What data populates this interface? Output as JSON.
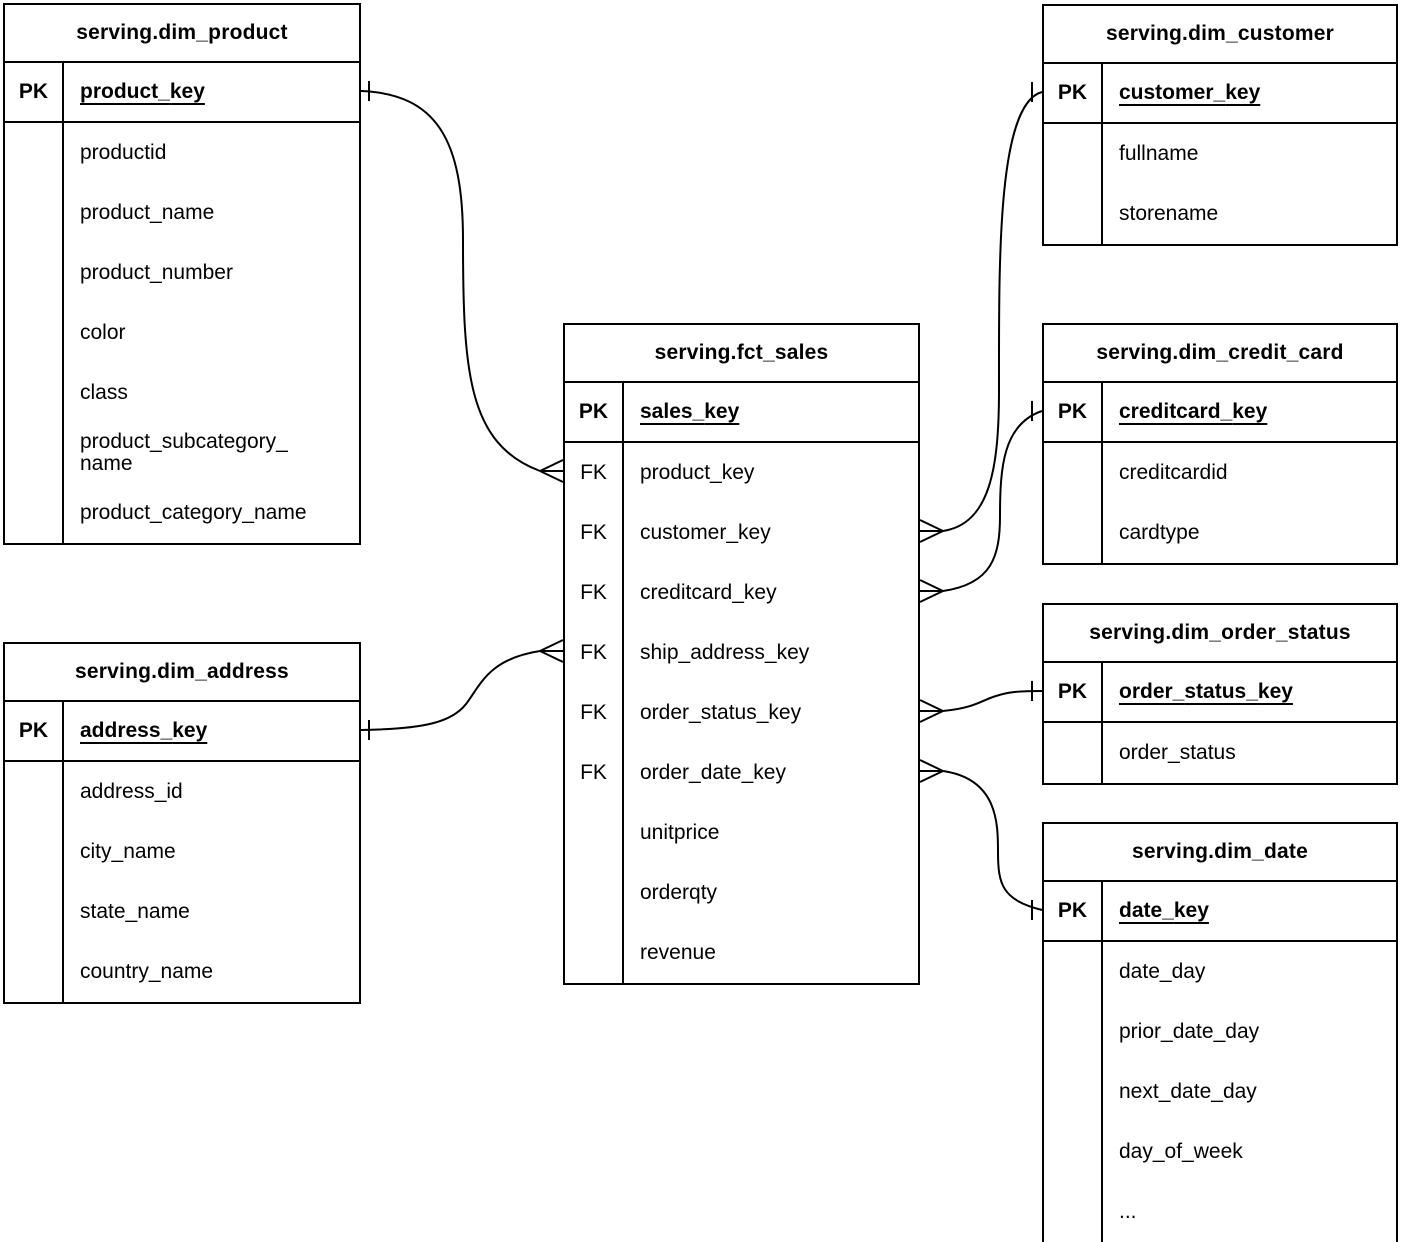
{
  "diagram": {
    "type": "entity-relationship",
    "background_color": "#ffffff",
    "line_color": "#000000",
    "text_color": "#000000",
    "tables": [
      {
        "id": "dim-product",
        "title": "serving.dim_product",
        "rows": [
          {
            "key": "PK",
            "field": "product_key",
            "is_pk": true
          },
          {
            "key": "",
            "field": "productid"
          },
          {
            "key": "",
            "field": "product_name"
          },
          {
            "key": "",
            "field": "product_number"
          },
          {
            "key": "",
            "field": "color"
          },
          {
            "key": "",
            "field": "class"
          },
          {
            "key": "",
            "field": "product_subcategory_name"
          },
          {
            "key": "",
            "field": "product_category_name"
          }
        ]
      },
      {
        "id": "dim-customer",
        "title": "serving.dim_customer",
        "rows": [
          {
            "key": "PK",
            "field": "customer_key",
            "is_pk": true
          },
          {
            "key": "",
            "field": "fullname"
          },
          {
            "key": "",
            "field": "storename"
          }
        ]
      },
      {
        "id": "fct-sales",
        "title": "serving.fct_sales",
        "rows": [
          {
            "key": "PK",
            "field": "sales_key",
            "is_pk": true
          },
          {
            "key": "FK",
            "field": "product_key"
          },
          {
            "key": "FK",
            "field": "customer_key"
          },
          {
            "key": "FK",
            "field": "creditcard_key"
          },
          {
            "key": "FK",
            "field": "ship_address_key"
          },
          {
            "key": "FK",
            "field": "order_status_key"
          },
          {
            "key": "FK",
            "field": "order_date_key"
          },
          {
            "key": "",
            "field": "unitprice"
          },
          {
            "key": "",
            "field": "orderqty"
          },
          {
            "key": "",
            "field": "revenue"
          }
        ]
      },
      {
        "id": "dim-credit-card",
        "title": "serving.dim_credit_card",
        "rows": [
          {
            "key": "PK",
            "field": "creditcard_key",
            "is_pk": true
          },
          {
            "key": "",
            "field": "creditcardid"
          },
          {
            "key": "",
            "field": "cardtype"
          }
        ]
      },
      {
        "id": "dim-order-status",
        "title": "serving.dim_order_status",
        "rows": [
          {
            "key": "PK",
            "field": "order_status_key",
            "is_pk": true
          },
          {
            "key": "",
            "field": "order_status"
          }
        ]
      },
      {
        "id": "dim-address",
        "title": "serving.dim_address",
        "rows": [
          {
            "key": "PK",
            "field": "address_key",
            "is_pk": true
          },
          {
            "key": "",
            "field": "address_id"
          },
          {
            "key": "",
            "field": "city_name"
          },
          {
            "key": "",
            "field": "state_name"
          },
          {
            "key": "",
            "field": "country_name"
          }
        ]
      },
      {
        "id": "dim-date",
        "title": "serving.dim_date",
        "rows": [
          {
            "key": "PK",
            "field": "date_key",
            "is_pk": true
          },
          {
            "key": "",
            "field": "date_day"
          },
          {
            "key": "",
            "field": "prior_date_day"
          },
          {
            "key": "",
            "field": "next_date_day"
          },
          {
            "key": "",
            "field": "day_of_week"
          },
          {
            "key": "",
            "field": "..."
          }
        ]
      }
    ],
    "relationships": [
      {
        "from_table": "serving.fct_sales",
        "from_field": "product_key",
        "from_cardinality": "many",
        "to_table": "serving.dim_product",
        "to_field": "product_key",
        "to_cardinality": "one"
      },
      {
        "from_table": "serving.fct_sales",
        "from_field": "customer_key",
        "from_cardinality": "many",
        "to_table": "serving.dim_customer",
        "to_field": "customer_key",
        "to_cardinality": "one"
      },
      {
        "from_table": "serving.fct_sales",
        "from_field": "creditcard_key",
        "from_cardinality": "many",
        "to_table": "serving.dim_credit_card",
        "to_field": "creditcard_key",
        "to_cardinality": "one"
      },
      {
        "from_table": "serving.fct_sales",
        "from_field": "ship_address_key",
        "from_cardinality": "many",
        "to_table": "serving.dim_address",
        "to_field": "address_key",
        "to_cardinality": "one"
      },
      {
        "from_table": "serving.fct_sales",
        "from_field": "order_status_key",
        "from_cardinality": "many",
        "to_table": "serving.dim_order_status",
        "to_field": "order_status_key",
        "to_cardinality": "one"
      },
      {
        "from_table": "serving.fct_sales",
        "from_field": "order_date_key",
        "from_cardinality": "many",
        "to_table": "serving.dim_date",
        "to_field": "date_key",
        "to_cardinality": "one"
      }
    ]
  }
}
